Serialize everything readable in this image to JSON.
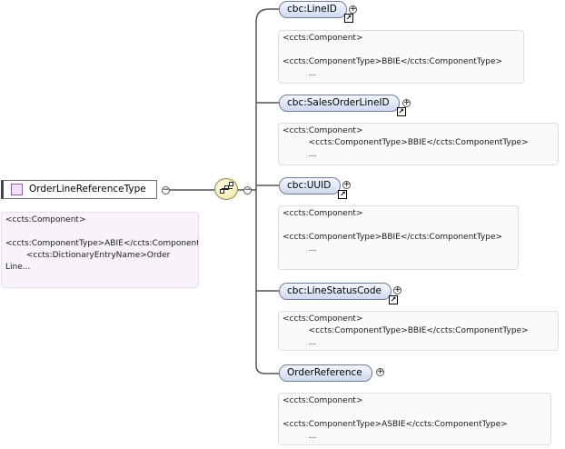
{
  "root": {
    "name": "OrderLineReferenceType",
    "doc": "<ccts:Component>\n\n<ccts:ComponentType>ABIE</ccts:ComponentType>\n        <ccts:DictionaryEntryName>Order Line..."
  },
  "elements": [
    {
      "name": "cbc:LineID",
      "doc": "<ccts:Component>\n\n<ccts:ComponentType>BBIE</ccts:ComponentType>\n          ..."
    },
    {
      "name": "cbc:SalesOrderLineID",
      "doc": "<ccts:Component>\n          <ccts:ComponentType>BBIE</ccts:ComponentType>\n          ..."
    },
    {
      "name": "cbc:UUID",
      "doc": "<ccts:Component>\n\n<ccts:ComponentType>BBIE</ccts:ComponentType>\n          ..."
    },
    {
      "name": "cbc:LineStatusCode",
      "doc": "<ccts:Component>\n          <ccts:ComponentType>BBIE</ccts:ComponentType>\n          ..."
    },
    {
      "name": "OrderReference",
      "doc": "<ccts:Component>\n\n<ccts:ComponentType>ASBIE</ccts:ComponentType>\n          ..."
    }
  ],
  "symbols": {
    "expand": "+",
    "collapse": "−",
    "reference": "↗"
  }
}
